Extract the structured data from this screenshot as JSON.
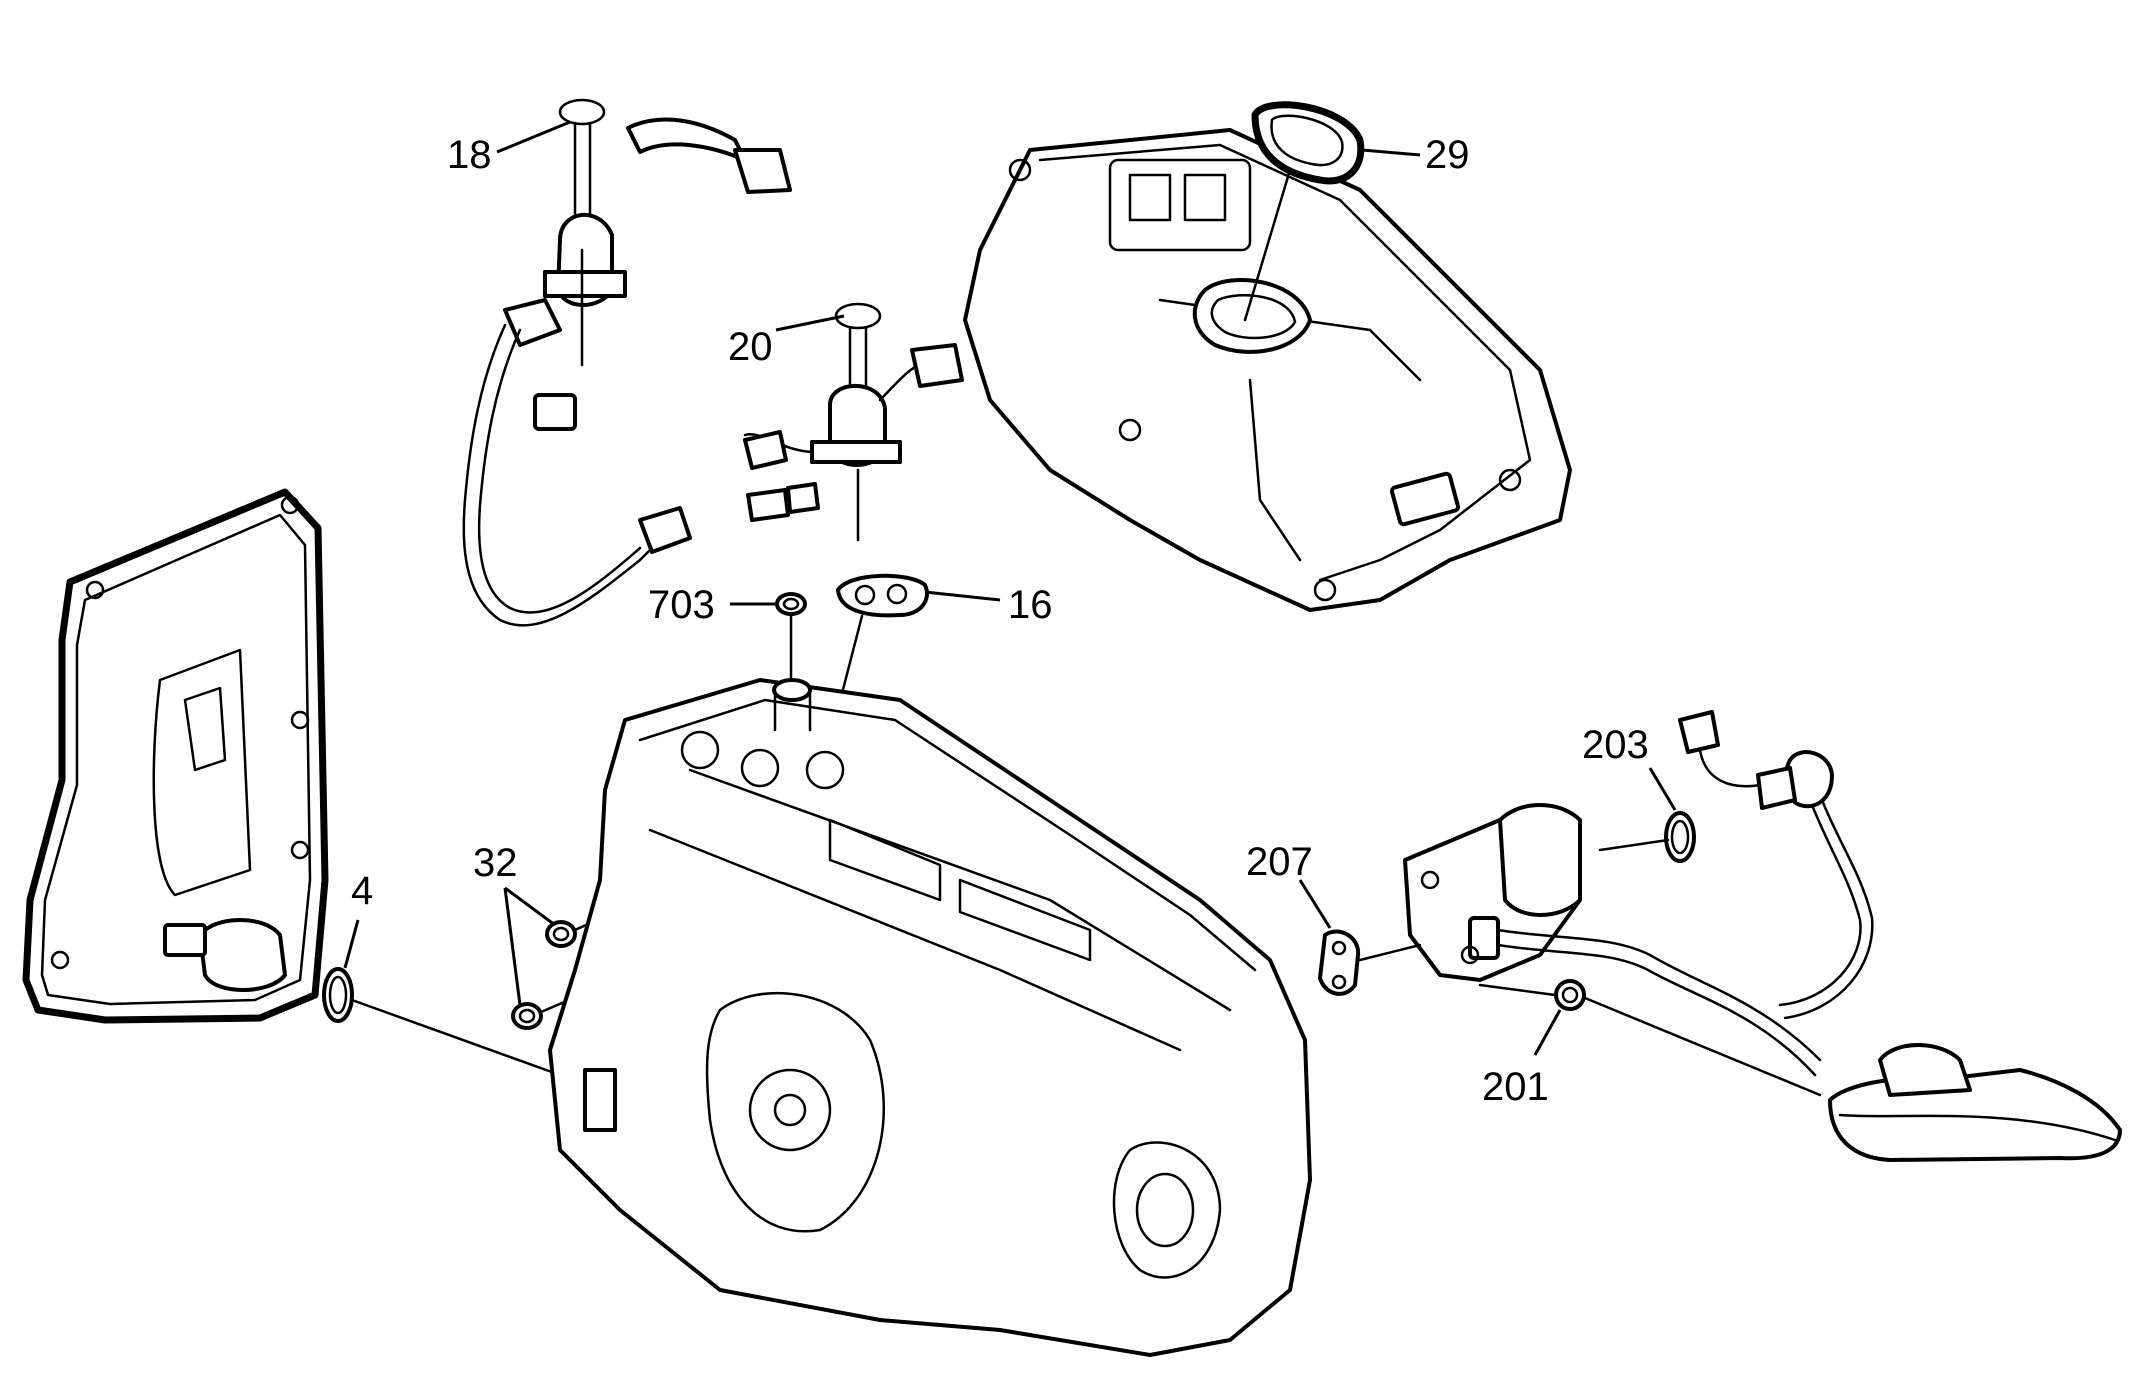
{
  "callouts": {
    "c18": "18",
    "c29": "29",
    "c20": "20",
    "c703": "703",
    "c16": "16",
    "c203": "203",
    "c207": "207",
    "c32": "32",
    "c4": "4",
    "c201": "201"
  },
  "colors": {
    "line": "#000000",
    "background": "#ffffff"
  }
}
